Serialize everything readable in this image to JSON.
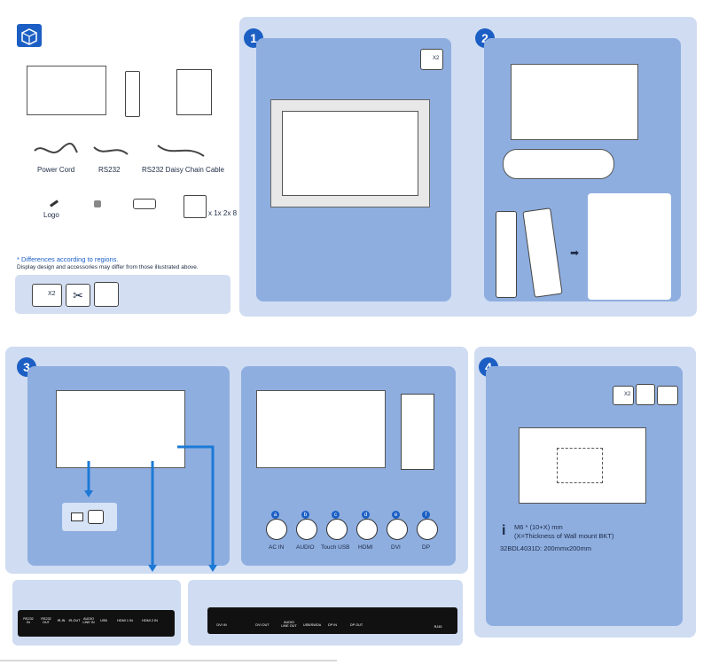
{
  "accessories": {
    "power_cord": "Power Cord",
    "rs232": "RS232",
    "rs232_daisy": "RS232 Daisy Chain Cable",
    "logo": "Logo",
    "count": "x 1x 2x 8",
    "note": "* Differences according to regions.",
    "disclaimer": "Display design and accessories may differ from those illustrated above."
  },
  "steps": {
    "s1": "1",
    "s2": "2",
    "s3": "3",
    "s4": "4"
  },
  "icons": {
    "x2_a": "X2",
    "x2_b": "X2",
    "x2_c": "X2"
  },
  "connections": {
    "items": [
      {
        "letter": "a",
        "label": "AC IN"
      },
      {
        "letter": "b",
        "label": "AUDIO"
      },
      {
        "letter": "c",
        "label": "Touch USB"
      },
      {
        "letter": "d",
        "label": "HDMI"
      },
      {
        "letter": "e",
        "label": "DVI"
      },
      {
        "letter": "f",
        "label": "DP"
      }
    ]
  },
  "ports_left": [
    "RS232 IN",
    "RS232 OUT",
    "IR-IN",
    "IR-OUT",
    "AUDIO LINE IN",
    "USB",
    "HDMI 1 IN",
    "HDMI 2 IN"
  ],
  "ports_right": [
    "DVI IN",
    "DVI OUT",
    "AUDIO LINE OUT",
    "USB/SWDA",
    "DP IN",
    "DP OUT",
    "RJ45"
  ],
  "mount": {
    "screw": "M6 * (10+X) mm",
    "thickness": "(X=Thickness of  Wall mount BKT)",
    "model": "32BDL4031D: 200mmx200mm",
    "info_icon": "i"
  },
  "colors": {
    "accent": "#1c5fc4",
    "panel_outer": "#cfdcf2",
    "panel_inner": "#8eaee0"
  }
}
